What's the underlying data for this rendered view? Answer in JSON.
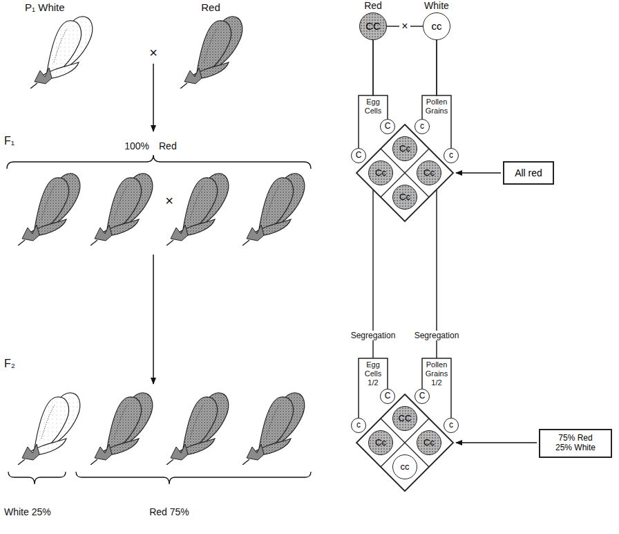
{
  "diagram": {
    "nodes": [
      {
        "text": [
          "CC"
        ]
      },
      {
        "text": [
          "cc"
        ]
      },
      {
        "text": [
          "C"
        ]
      },
      {
        "text": [
          "c"
        ]
      },
      {
        "text": [
          "C"
        ]
      },
      {
        "text": [
          "c"
        ]
      },
      {
        "text": [
          "Cc"
        ]
      },
      {
        "text": [
          "Cc"
        ]
      },
      {
        "text": [
          "Cc"
        ]
      },
      {
        "text": [
          "Cc"
        ]
      },
      {
        "text": [
          "All red"
        ]
      },
      {
        "text": [
          "C"
        ]
      },
      {
        "text": [
          "C"
        ]
      },
      {
        "text": [
          "c"
        ]
      },
      {
        "text": [
          "c"
        ]
      },
      {
        "text": [
          "CC"
        ]
      },
      {
        "text": [
          "Cc"
        ]
      },
      {
        "text": [
          "Cc"
        ]
      },
      {
        "text": [
          "cc"
        ]
      },
      {
        "text": [
          "75% Red 25% White"
        ]
      }
    ],
    "edges": [
      {
        "from": 0,
        "to": 1,
        "arrow": "none",
        "label": "×"
      },
      {
        "from": 0,
        "to": 2,
        "arrow": "none"
      },
      {
        "from": 0,
        "to": 4,
        "arrow": "none"
      },
      {
        "from": 1,
        "to": 3,
        "arrow": "none"
      },
      {
        "from": 1,
        "to": 5,
        "arrow": "none"
      }
    ],
    "labels": [
      "P₁ White",
      "Red",
      "×",
      "F₁",
      "100%",
      "Red",
      "×",
      "F₂",
      "White 25%",
      "Red 75%",
      "Red",
      "White",
      "Egg Cells",
      "Pollen Grains",
      "Segregation",
      "Segregation",
      "Egg Cells 1/2",
      "Pollen Grains 1/2"
    ]
  }
}
